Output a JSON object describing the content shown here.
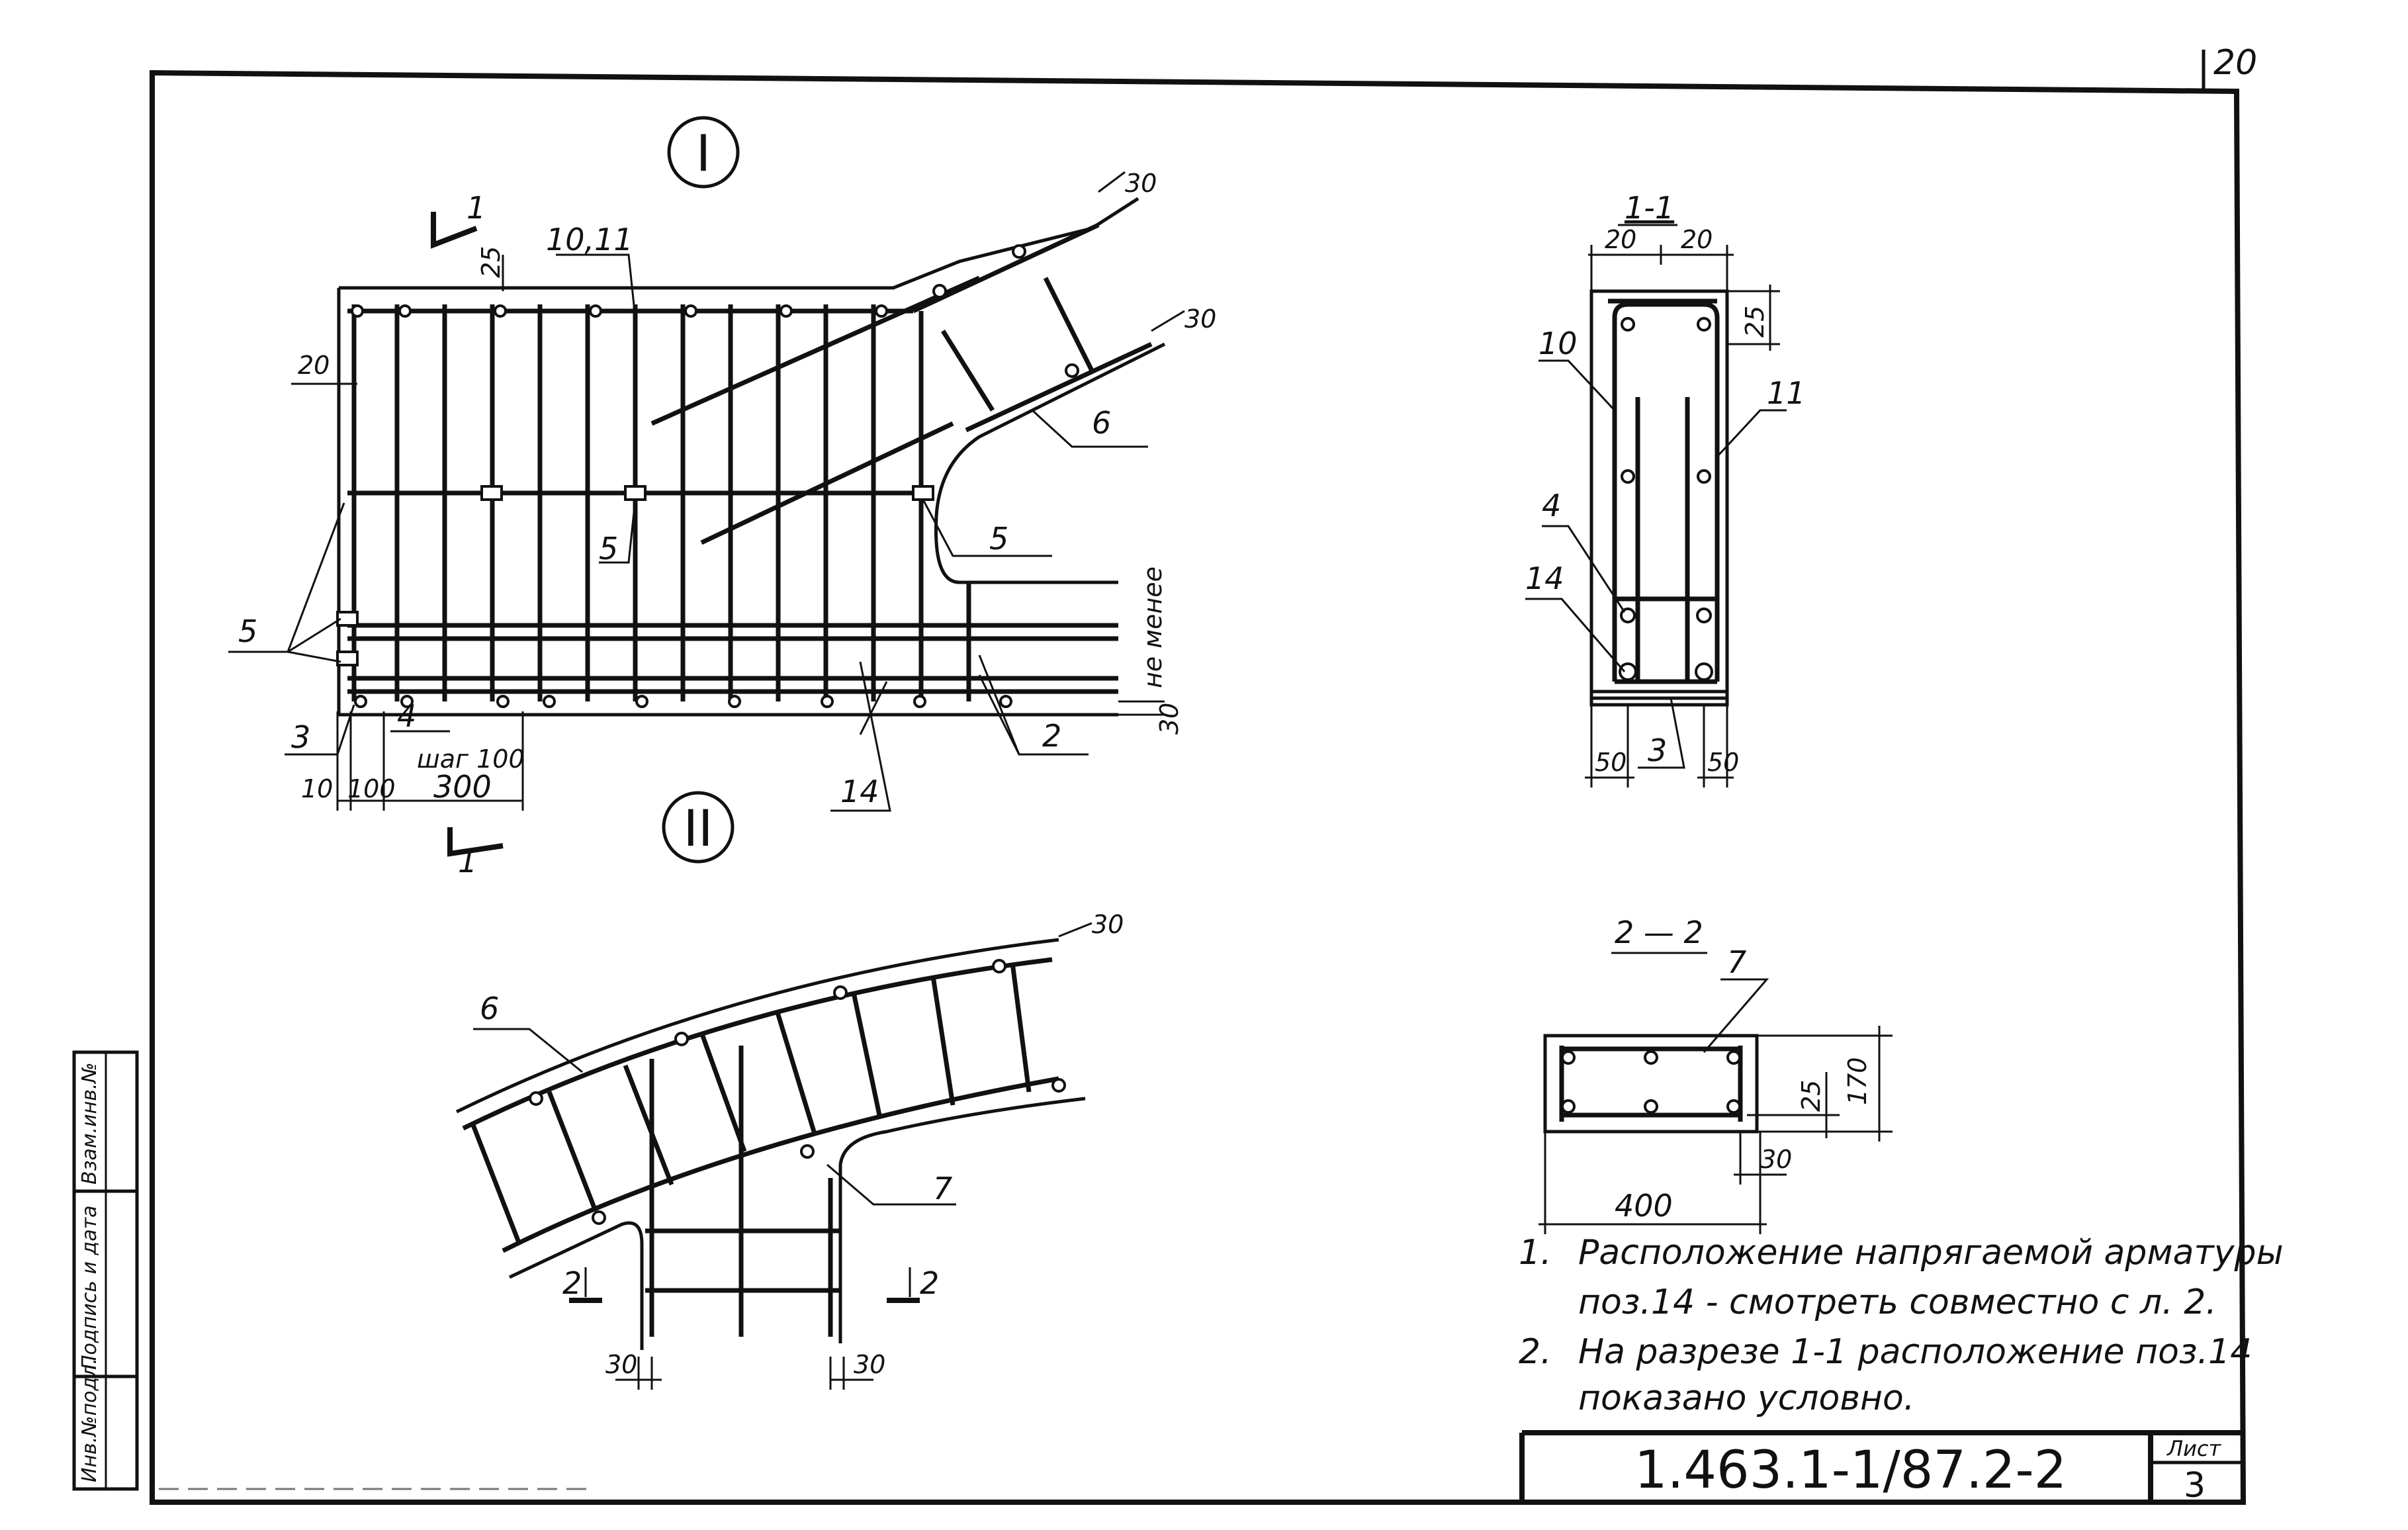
{
  "sheet": {
    "page_number": "20",
    "doc_code": "1.463.1-1/87.2-2",
    "sheet_label": "Лист",
    "sheet_number": "3"
  },
  "side_stamp": {
    "field_1": "Инв.№подл.",
    "field_2": "Подпись и дата",
    "field_3": "Взам.инв.№"
  },
  "views": {
    "node_1": "I",
    "node_2": "II",
    "section_1_1": "1-1",
    "section_2_2": "2 — 2"
  },
  "view_1": {
    "cut_mark_top": "1",
    "cut_mark_bottom": "1",
    "pos_10_11": "10,11",
    "dim_25": "25",
    "dim_20": "20",
    "dim_30_a": "30",
    "dim_30_b": "30",
    "pos_6": "6",
    "pos_5_mid": "5",
    "pos_5_right": "5",
    "pos_5_left": "5",
    "pos_3": "3",
    "pos_4": "4",
    "step": "шаг 100",
    "dim_10": "10",
    "dim_100": "100",
    "dim_300": "300",
    "pos_2": "2",
    "pos_14": "14",
    "not_less": "не менее",
    "dim_30_v": "30"
  },
  "view_2": {
    "dim_30_top": "30",
    "pos_6": "6",
    "pos_7": "7",
    "cut_left": "2",
    "cut_right": "2",
    "dim_30_left": "30",
    "dim_30_right": "30"
  },
  "section_1": {
    "dim_20_a": "20",
    "dim_20_b": "20",
    "dim_25": "25",
    "pos_10": "10",
    "pos_11": "11",
    "pos_4": "4",
    "pos_14": "14",
    "dim_50_a": "50",
    "pos_3": "3",
    "dim_50_b": "50"
  },
  "section_2": {
    "pos_7": "7",
    "dim_25": "25",
    "dim_170": "170",
    "dim_30": "30",
    "dim_400": "400"
  },
  "notes": [
    {
      "num": "1.",
      "line1": "Расположение напрягаемой арматуры",
      "line2": "поз.14 - смотреть совместно с л. 2."
    },
    {
      "num": "2.",
      "line1": "На разрезе 1-1 расположение поз.14",
      "line2": "показано условно."
    }
  ]
}
